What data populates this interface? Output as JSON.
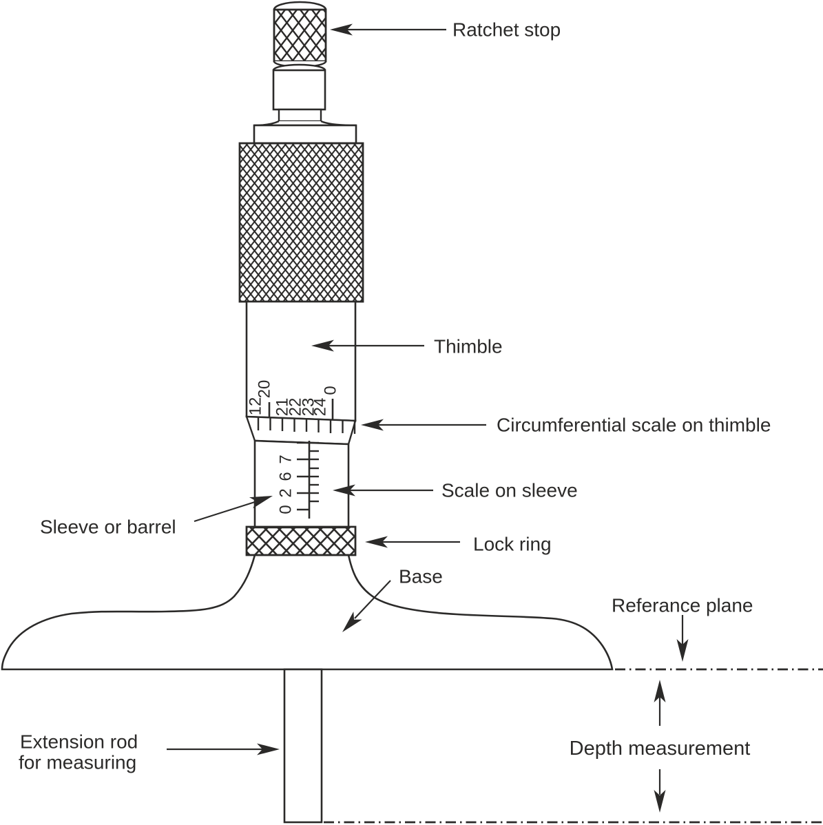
{
  "figure": {
    "type": "technical-diagram",
    "subject": "Depth micrometer parts diagram"
  },
  "colors": {
    "line": "#2b2a29",
    "background": "#ffffff"
  },
  "callouts": {
    "ratchet_stop": "Ratchet stop",
    "thimble": "Thimble",
    "circumferential_scale": "Circumferential scale on thimble",
    "scale_on_sleeve": "Scale on sleeve",
    "sleeve_or_barrel": "Sleeve or barrel",
    "lock_ring": "Lock ring",
    "base": "Base",
    "reference_plane": "Referance plane",
    "depth_measurement": "Depth measurement",
    "extension_rod_line1": "Extension rod",
    "extension_rod_line2": "for measuring"
  },
  "scales": {
    "thimble": {
      "labels": [
        "12",
        "20",
        "21",
        "22",
        "23",
        "24",
        "0"
      ]
    },
    "sleeve": {
      "labels": [
        "7",
        "6",
        "2",
        "0"
      ]
    }
  }
}
